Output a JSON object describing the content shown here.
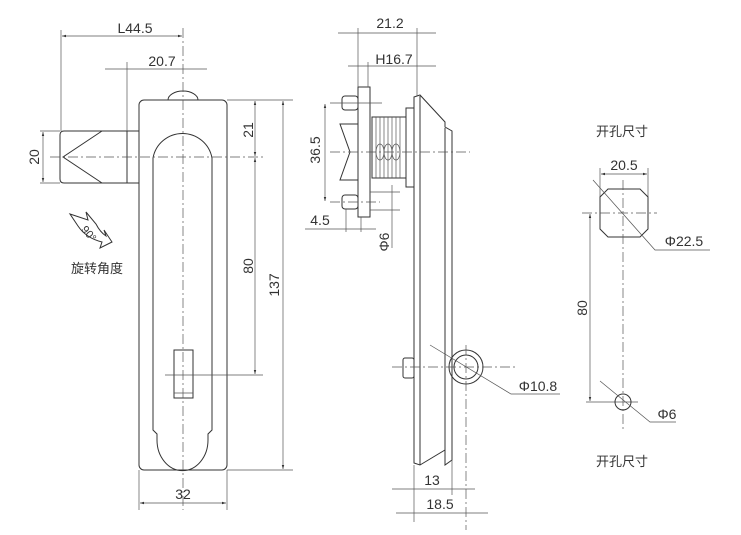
{
  "front_view": {
    "dim_length": "L44.5",
    "dim_offset": "20.7",
    "dim_tongue_height": "20",
    "dim_top_to_center": "21",
    "dim_center_to_keyhole": "80",
    "dim_total_height": "137",
    "dim_width": "32",
    "rotation_angle": "90°",
    "rotation_label": "旋转角度"
  },
  "side_view": {
    "dim_total_depth": "21.2",
    "dim_h": "H16.7",
    "dim_screw_spacing": "36.5",
    "dim_screw_offset": "4.5",
    "dim_screw_dia": "Φ6",
    "dim_cylinder_dia": "Φ10.8",
    "dim_13": "13",
    "dim_18_5": "18.5"
  },
  "cutout": {
    "title_top": "开孔尺寸",
    "title_bottom": "开孔尺寸",
    "dim_width": "20.5",
    "dim_dia_large": "Φ22.5",
    "dim_spacing": "80",
    "dim_dia_small": "Φ6"
  }
}
